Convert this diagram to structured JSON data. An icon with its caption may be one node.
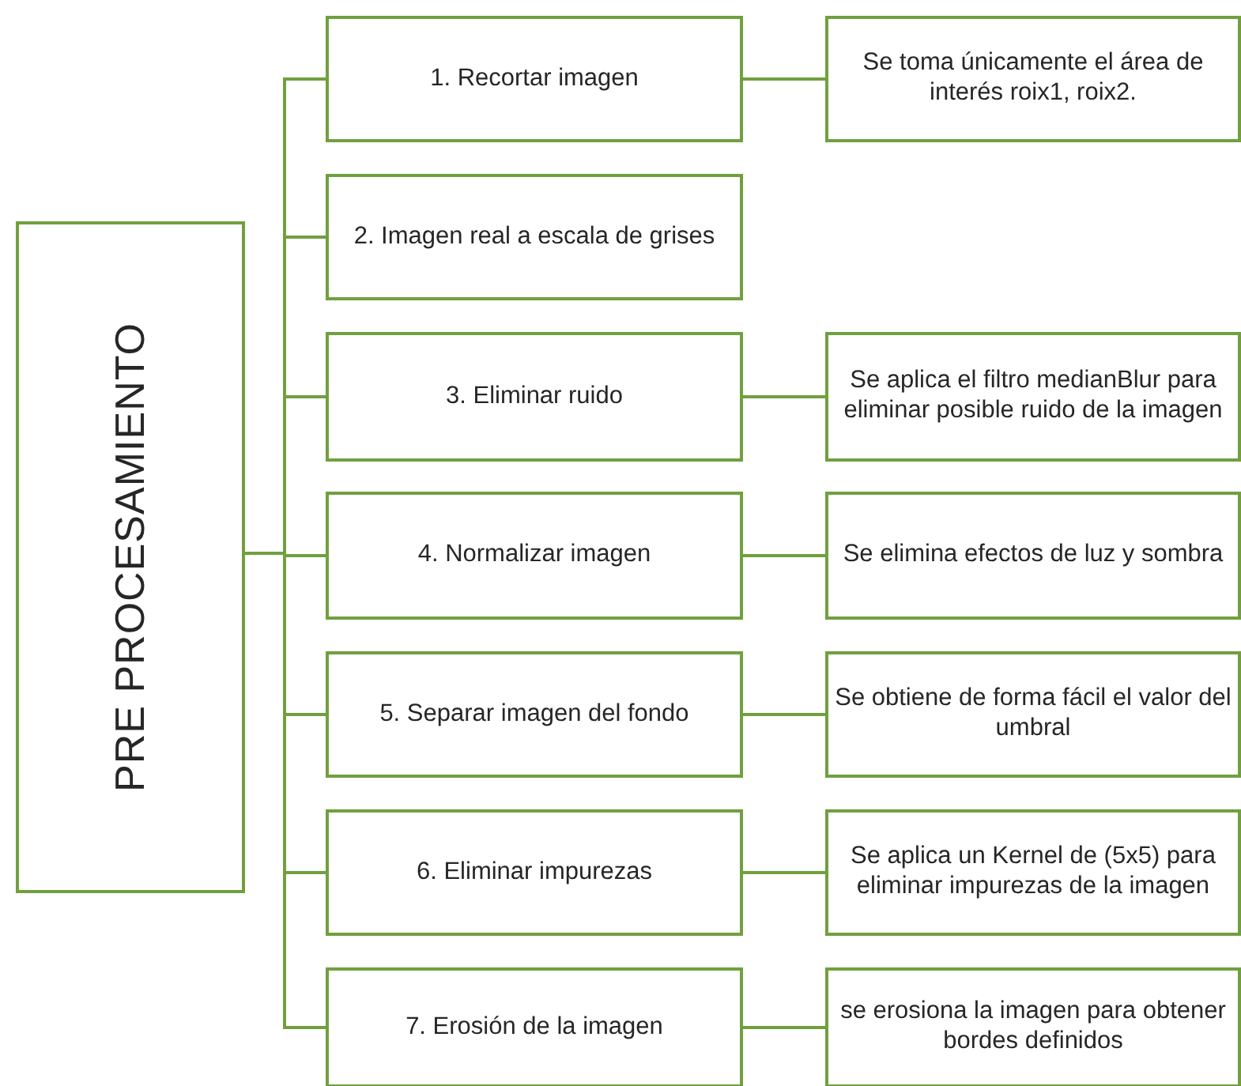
{
  "diagram": {
    "nodes": [
      {
        "text": [
          "PRE PROCESAMIENTO"
        ]
      },
      {
        "text": [
          "1. Recortar imagen"
        ]
      },
      {
        "text": [
          "Se toma únicamente el área de interés roix1, roix2."
        ]
      },
      {
        "text": [
          "2. Imagen real a escala de grises"
        ]
      },
      {
        "text": [
          "3. Eliminar ruido"
        ]
      },
      {
        "text": [
          "Se aplica el filtro medianBlur para eliminar posible ruido de la imagen"
        ]
      },
      {
        "text": [
          "4. Normalizar imagen"
        ]
      },
      {
        "text": [
          "Se elimina efectos de luz y sombra"
        ]
      },
      {
        "text": [
          "5. Separar imagen del fondo"
        ]
      },
      {
        "text": [
          "Se obtiene de forma fácil el valor del umbral"
        ]
      },
      {
        "text": [
          "6. Eliminar impurezas"
        ]
      },
      {
        "text": [
          "Se aplica un Kernel de (5x5) para eliminar impurezas de la imagen"
        ]
      },
      {
        "text": [
          "7. Erosión de la imagen"
        ]
      },
      {
        "text": [
          "se erosiona la imagen para obtener bordes definidos"
        ]
      }
    ],
    "edges": [
      {
        "from": 0,
        "to": 1,
        "arrow": "none"
      },
      {
        "from": 0,
        "to": 3,
        "arrow": "none"
      },
      {
        "from": 0,
        "to": 4,
        "arrow": "none"
      },
      {
        "from": 0,
        "to": 6,
        "arrow": "none"
      },
      {
        "from": 0,
        "to": 8,
        "arrow": "none"
      },
      {
        "from": 0,
        "to": 10,
        "arrow": "none"
      },
      {
        "from": 0,
        "to": 12,
        "arrow": "none"
      },
      {
        "from": 1,
        "to": 2,
        "arrow": "none"
      },
      {
        "from": 4,
        "to": 5,
        "arrow": "none"
      },
      {
        "from": 6,
        "to": 7,
        "arrow": "none"
      },
      {
        "from": 8,
        "to": 9,
        "arrow": "none"
      },
      {
        "from": 10,
        "to": 11,
        "arrow": "none"
      },
      {
        "from": 12,
        "to": 13,
        "arrow": "none"
      }
    ]
  }
}
